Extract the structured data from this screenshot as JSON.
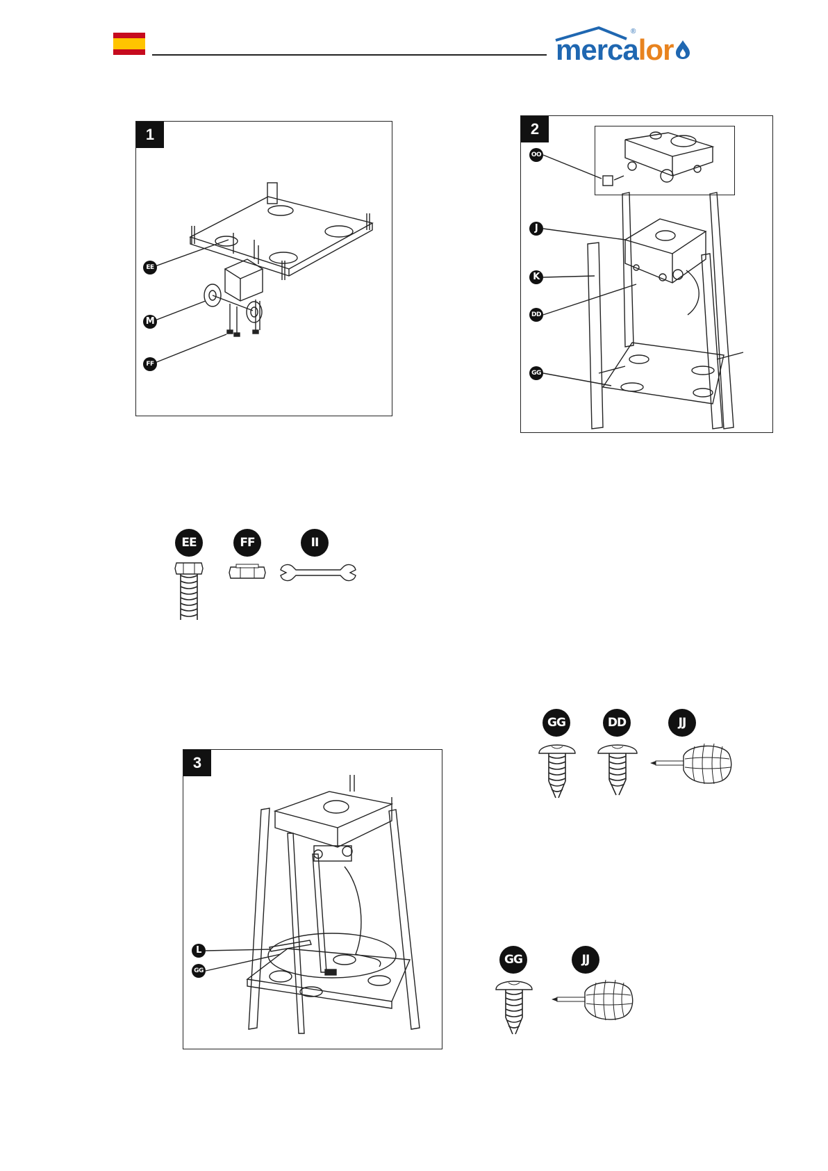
{
  "header": {
    "flag": "spain-flag",
    "logo": {
      "prefix": "merca",
      "accent": "lor",
      "symbol": "®"
    },
    "colors": {
      "logo_blue": "#1f67b1",
      "logo_orange": "#e8831f",
      "flag_red": "#c60b1e",
      "flag_yellow": "#ffc400"
    }
  },
  "steps": [
    {
      "number": "1",
      "callouts": [
        "EE",
        "M",
        "FF"
      ]
    },
    {
      "number": "2",
      "callouts": [
        "OO",
        "J",
        "K",
        "DD",
        "GG"
      ]
    },
    {
      "number": "3",
      "callouts": [
        "L",
        "GG"
      ]
    }
  ],
  "parts": {
    "step1": [
      {
        "code": "EE",
        "icon": "bolt-icon"
      },
      {
        "code": "FF",
        "icon": "nut-icon"
      },
      {
        "code": "II",
        "icon": "wrench-icon"
      }
    ],
    "step2": [
      {
        "code": "GG",
        "icon": "screw-icon"
      },
      {
        "code": "DD",
        "icon": "screw-icon"
      },
      {
        "code": "JJ",
        "icon": "screwdriver-icon"
      }
    ],
    "step3": [
      {
        "code": "GG",
        "icon": "screw-icon"
      },
      {
        "code": "JJ",
        "icon": "screwdriver-icon"
      }
    ]
  }
}
